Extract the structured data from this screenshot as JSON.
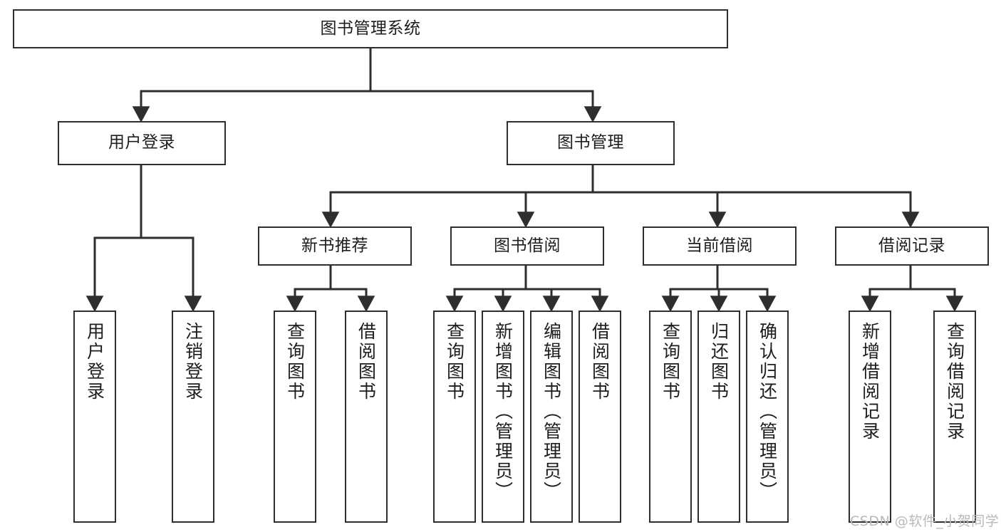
{
  "diagram": {
    "type": "tree-hierarchy-chart",
    "title": "图书管理系统",
    "watermark": "CSDN @软件_小贺同学",
    "colors": {
      "box_border": "#2e2e2e",
      "box_fill": "#ffffff",
      "edge": "#2e2e2e",
      "text": "#1d1d1d",
      "watermark": "#b9b9b9",
      "background": "#ffffff"
    },
    "nodes": {
      "root": {
        "label": "图书管理系统"
      },
      "level2": [
        {
          "id": "user-login",
          "label": "用户登录"
        },
        {
          "id": "book-management",
          "label": "图书管理"
        }
      ],
      "level3": [
        {
          "id": "new-book-recommend",
          "label": "新书推荐"
        },
        {
          "id": "book-borrow",
          "label": "图书借阅"
        },
        {
          "id": "current-borrow",
          "label": "当前借阅"
        },
        {
          "id": "borrow-record",
          "label": "借阅记录"
        }
      ],
      "leaves": {
        "user-login": [
          {
            "id": "leaf-user-login",
            "label": "用户登录"
          },
          {
            "id": "leaf-user-logout",
            "label": "注销登录"
          }
        ],
        "new-book-recommend": [
          {
            "id": "leaf-query-book-1",
            "label": "查询图书"
          },
          {
            "id": "leaf-borrow-book-1",
            "label": "借阅图书"
          }
        ],
        "book-borrow": [
          {
            "id": "leaf-query-book-2",
            "label": "查询图书"
          },
          {
            "id": "leaf-add-book",
            "label": "新增图书（管理员）"
          },
          {
            "id": "leaf-edit-book",
            "label": "编辑图书（管理员）"
          },
          {
            "id": "leaf-borrow-book-2",
            "label": "借阅图书"
          }
        ],
        "current-borrow": [
          {
            "id": "leaf-query-book-3",
            "label": "查询图书"
          },
          {
            "id": "leaf-return-book",
            "label": "归还图书"
          },
          {
            "id": "leaf-confirm-return",
            "label": "确认归还（管理员）"
          }
        ],
        "borrow-record": [
          {
            "id": "leaf-add-record",
            "label": "新增借阅记录"
          },
          {
            "id": "leaf-query-record",
            "label": "查询借阅记录"
          }
        ]
      }
    }
  }
}
